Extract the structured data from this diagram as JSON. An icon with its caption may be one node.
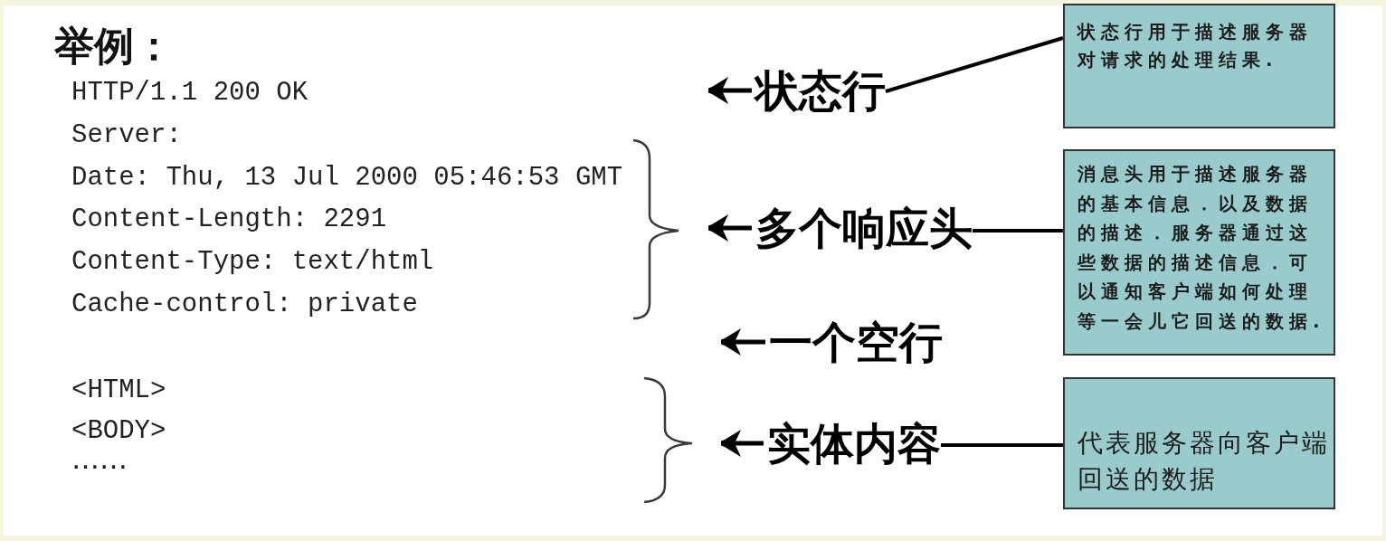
{
  "diagram": {
    "title": "举例：",
    "nodes": [
      {
        "text": [
          "状态行"
        ]
      },
      {
        "text": [
          "状态行用于描述服务器对请求的处理结果."
        ]
      },
      {
        "text": [
          "多个响应头"
        ]
      },
      {
        "text": [
          "消息头用于描述服务器的基本信息．以及数据的描述．服务器通过这些数据的描述信息．可以通知客户端如何处理等一会儿它回送的数据."
        ]
      },
      {
        "text": [
          "一个空行"
        ]
      },
      {
        "text": [
          "实体内容"
        ]
      },
      {
        "text": [
          "代表服务器向客户端回送的数据"
        ]
      }
    ],
    "edges": [
      {
        "from": 0,
        "to": null,
        "arrow": "to"
      },
      {
        "from": 0,
        "to": 1,
        "arrow": "none"
      },
      {
        "from": 2,
        "to": null,
        "arrow": "to"
      },
      {
        "from": 2,
        "to": 3,
        "arrow": "none"
      },
      {
        "from": 4,
        "to": null,
        "arrow": "to"
      },
      {
        "from": 5,
        "to": null,
        "arrow": "to"
      },
      {
        "from": 5,
        "to": 6,
        "arrow": "none"
      }
    ],
    "labels": [
      "HTTP/1.1 200 OK",
      "Server:",
      "Date: Thu, 13 Jul 2000 05:46:53 GMT",
      "Content-Length: 2291",
      "Content-Type: text/html",
      "Cache-control: private",
      "<HTML>",
      "<BODY>",
      "……"
    ]
  }
}
